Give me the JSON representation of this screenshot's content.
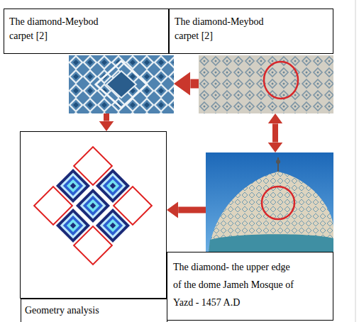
{
  "diagram": {
    "nodes": [
      {
        "text": [
          "The diamond-Meybod carpet [2]"
        ]
      },
      {
        "text": [
          "The diamond-Meybod carpet [2]"
        ]
      },
      {
        "text": [
          "Geometry analysis"
        ]
      },
      {
        "text": [
          "The diamond- the upper edge of the dome Jameh Mosque of Yazd - 1457 A.D"
        ]
      }
    ],
    "edges": [
      {
        "from": 1,
        "to": 0,
        "arrow": "to"
      },
      {
        "from": 0,
        "to": 2,
        "arrow": "to"
      },
      {
        "from": 1,
        "to": 3,
        "arrow": "both"
      },
      {
        "from": 3,
        "to": 2,
        "arrow": "to"
      }
    ]
  }
}
